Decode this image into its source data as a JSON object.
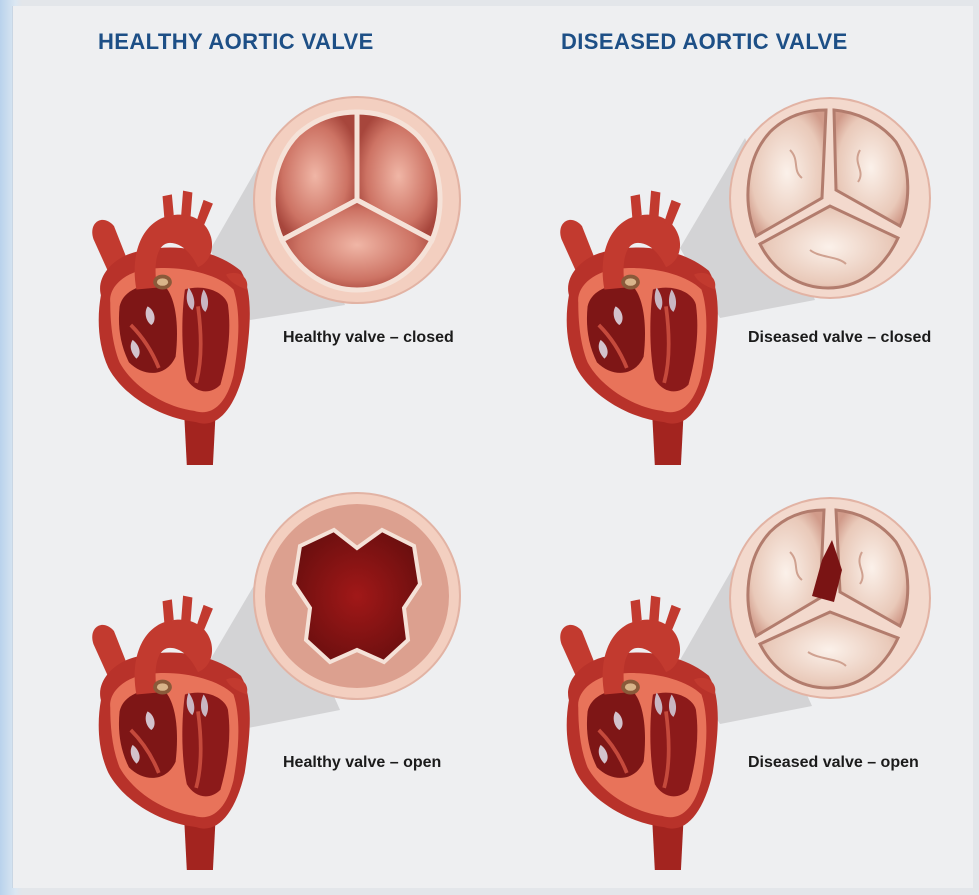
{
  "titles": {
    "healthy": "HEALTHY AORTIC VALVE",
    "diseased": "DISEASED AORTIC VALVE"
  },
  "captions": {
    "healthy_closed": "Healthy valve – closed",
    "healthy_open": "Healthy valve – open",
    "diseased_closed": "Diseased valve – closed",
    "diseased_open": "Diseased valve – open"
  },
  "colors": {
    "title": "#1d4f86",
    "heart_red": "#b8322a",
    "muscle_dark": "#7e1616",
    "valve_healthy": "#c76e64",
    "valve_diseased": "#ecd2c4",
    "rim": "#f3cfc0"
  }
}
